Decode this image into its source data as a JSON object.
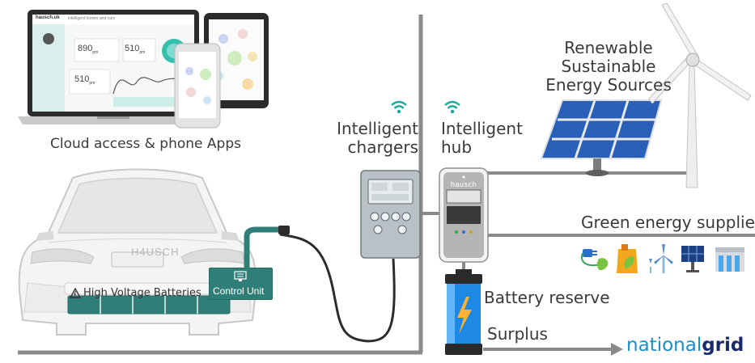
{
  "labels": {
    "cloud_apps": "Cloud access & phone Apps",
    "intelligent_chargers_l1": "Intelligent",
    "intelligent_chargers_l2": "chargers",
    "intelligent_hub_l1": "Intelligent",
    "intelligent_hub_l2": "hub",
    "renewable_l1": "Renewable",
    "renewable_l2": "Sustainable",
    "renewable_l3": "Energy Sources",
    "green_supplier": "Green energy supplier",
    "battery_reserve": "Battery reserve",
    "surplus": "Surplus",
    "national": "national",
    "grid": "grid",
    "high_voltage": "High Voltage Batteries",
    "control_unit": "Control Unit",
    "plate": "H4USCH",
    "hub_brand": "hausch"
  },
  "laptop": {
    "brand": "hausch.uk",
    "tagline": "intelligent homes and cars",
    "stat1": "890",
    "stat1_unit": "pm",
    "stat2": "510",
    "stat2_unit": "pm",
    "stat3": "510",
    "stat3_unit": "pm",
    "gauge": "84%"
  },
  "colors": {
    "cable": "#2f7f78",
    "accent_teal": "#1aa89a",
    "grid_purple": "#1b2a6b",
    "grid_text": "#1a8fc9",
    "battery_blue": "#1976d2"
  }
}
